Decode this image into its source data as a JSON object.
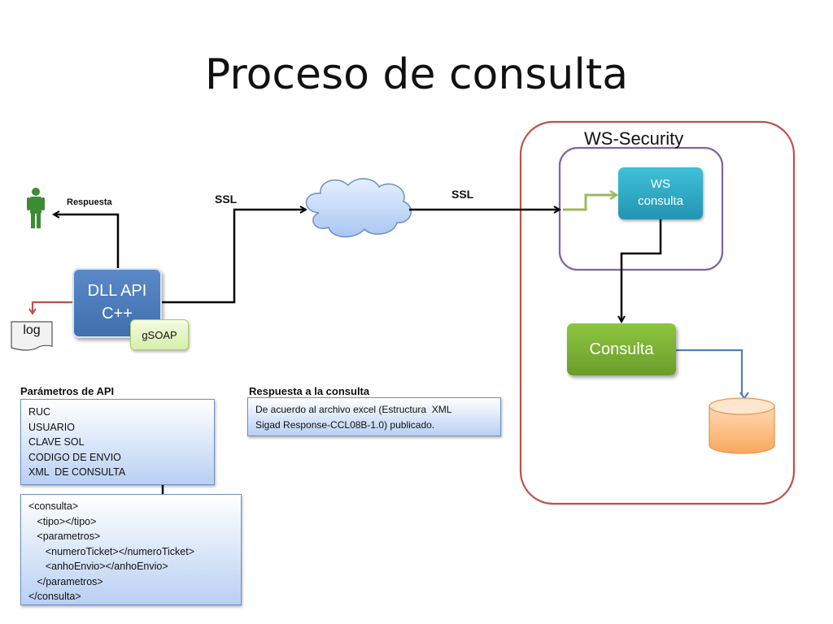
{
  "title": "Proceso de consulta",
  "ws_security_label": "WS-Security",
  "nodes": {
    "dll_line1": "DLL API",
    "dll_line2": "C++",
    "gsoap": "gSOAP",
    "ws_line1": "WS",
    "ws_line2": "consulta",
    "consulta": "Consulta",
    "log": "log"
  },
  "edge_labels": {
    "respuesta": "Respuesta",
    "ssl_left": "SSL",
    "ssl_right": "SSL"
  },
  "api_params": {
    "header": "Parámetros de API",
    "items": [
      "RUC",
      "USUARIO",
      "CLAVE SOL",
      "CODIGO DE ENVIO",
      "XML  DE CONSULTA"
    ]
  },
  "xml_block": {
    "lines": [
      "<consulta>",
      "   <tipo></tipo>",
      "   <parametros>",
      "      <numeroTicket></numeroTicket>",
      "      <anhoEnvio></anhoEnvio>",
      "   </parametros>",
      "</consulta>"
    ]
  },
  "response": {
    "header": "Respuesta a la consulta",
    "line1": "De acuerdo al archivo excel (Estructura  XML",
    "line2": "Sigad Response-CCL08B-1.0) publicado."
  },
  "colors": {
    "outer_border": "#c0504d",
    "inner_border": "#8064a2",
    "connector": "#000000",
    "green_arrow": "#9bbb59",
    "blue_arrow": "#4f81bd",
    "red_arrow": "#c0504d"
  }
}
